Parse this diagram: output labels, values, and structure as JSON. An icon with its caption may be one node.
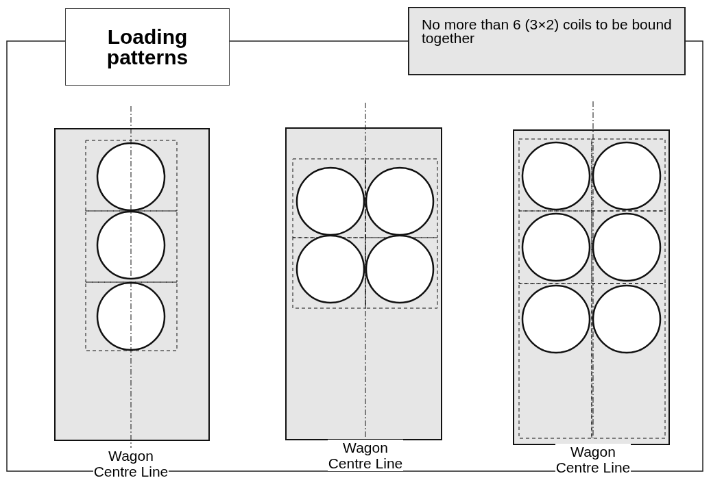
{
  "diagram": {
    "title": "Loading patterns",
    "nodes": [
      {
        "text": [
          "No more than 6 (3×2) coils to be bound together"
        ]
      }
    ],
    "labels": [
      "Wagon Centre Line",
      "Wagon Centre Line",
      "Wagon Centre Line"
    ]
  }
}
